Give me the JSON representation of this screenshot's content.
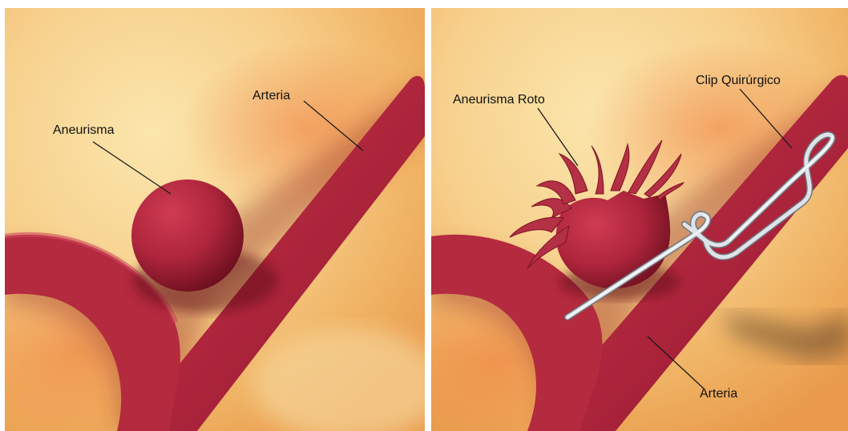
{
  "panels": [
    {
      "id": "before",
      "labels": {
        "aneurysm": "Aneurisma",
        "artery": "Arteria"
      }
    },
    {
      "id": "after",
      "labels": {
        "ruptured_aneurysm": "Aneurisma Roto",
        "surgical_clip": "Clip Quirúrgico",
        "artery": "Arteria"
      }
    }
  ],
  "colors": {
    "background_light": "#f9dfa0",
    "background_warm": "#f1b767",
    "artery": "#b8283d",
    "artery_dark": "#7d1223",
    "clip_metal": "#d9dde2"
  }
}
